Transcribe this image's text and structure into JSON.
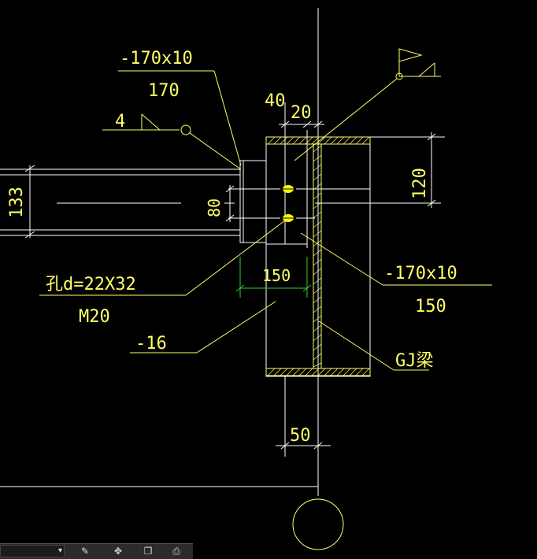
{
  "drawing": {
    "plate_top_spec": "-170x10",
    "plate_top_width": "170",
    "weld_size": "4",
    "dim_40": "40",
    "dim_20": "20",
    "dim_120": "120",
    "dim_133": "133",
    "dim_80": "80",
    "dim_150": "150",
    "hole_spec": "孔d=22X32",
    "bolt_spec": "M20",
    "plate_right_spec": "-170x10",
    "plate_right_width": "150",
    "thickness_16": "-16",
    "beam_name": "GJ梁",
    "dim_50": "50"
  },
  "toolbar": {
    "icons": [
      "pencil-icon",
      "move-icon",
      "copy-icon",
      "print-icon"
    ]
  },
  "colors": {
    "background": "#000000",
    "text": "#ffff66",
    "lines": "#ffffff",
    "dimension_green": "#33cc33",
    "bolt": "#ffff00"
  }
}
